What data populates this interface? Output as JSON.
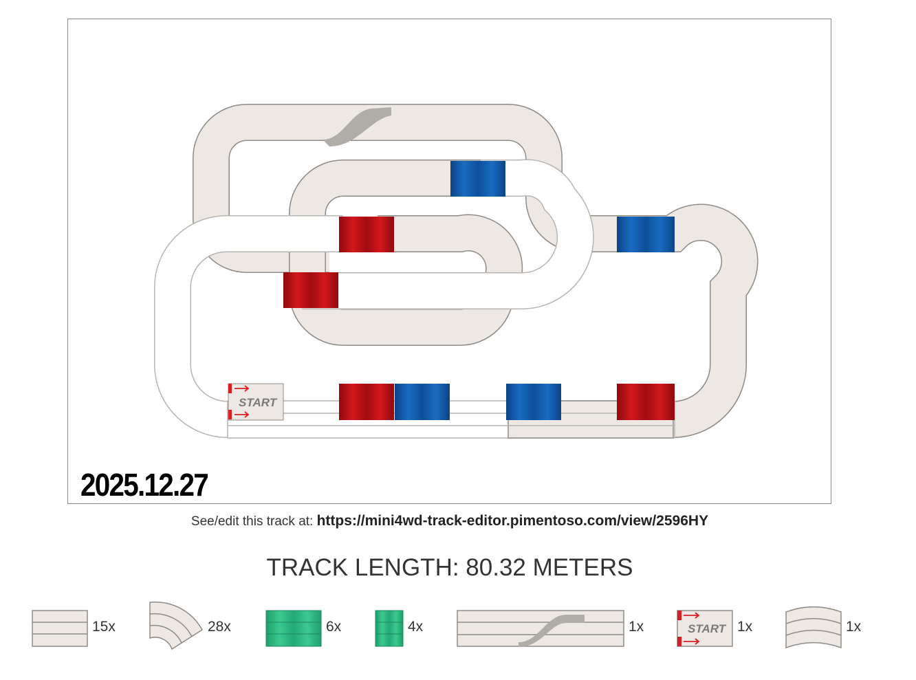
{
  "date_label": "2025.12.27",
  "link": {
    "prefix": "See/edit this track at:",
    "url": "https://mini4wd-track-editor.pimentoso.com/view/2596HY"
  },
  "track_length": "TRACK LENGTH: 80.32 METERS",
  "start_label": "START",
  "colors": {
    "track_fill": "#ede8e4",
    "track_line": "#8e8a86",
    "white_track": "#ffffff",
    "red_piece": "#b40e12",
    "blue_piece": "#0d58a4",
    "green_piece": "#2bb57f",
    "arrow_red": "#d81e22"
  },
  "legend": [
    {
      "piece": "straight",
      "count": "15x"
    },
    {
      "piece": "curve",
      "count": "28x"
    },
    {
      "piece": "long-slope",
      "count": "6x"
    },
    {
      "piece": "short-slope",
      "count": "4x"
    },
    {
      "piece": "lane-changer",
      "count": "1x"
    },
    {
      "piece": "start",
      "count": "1x"
    },
    {
      "piece": "wave",
      "count": "1x"
    }
  ]
}
